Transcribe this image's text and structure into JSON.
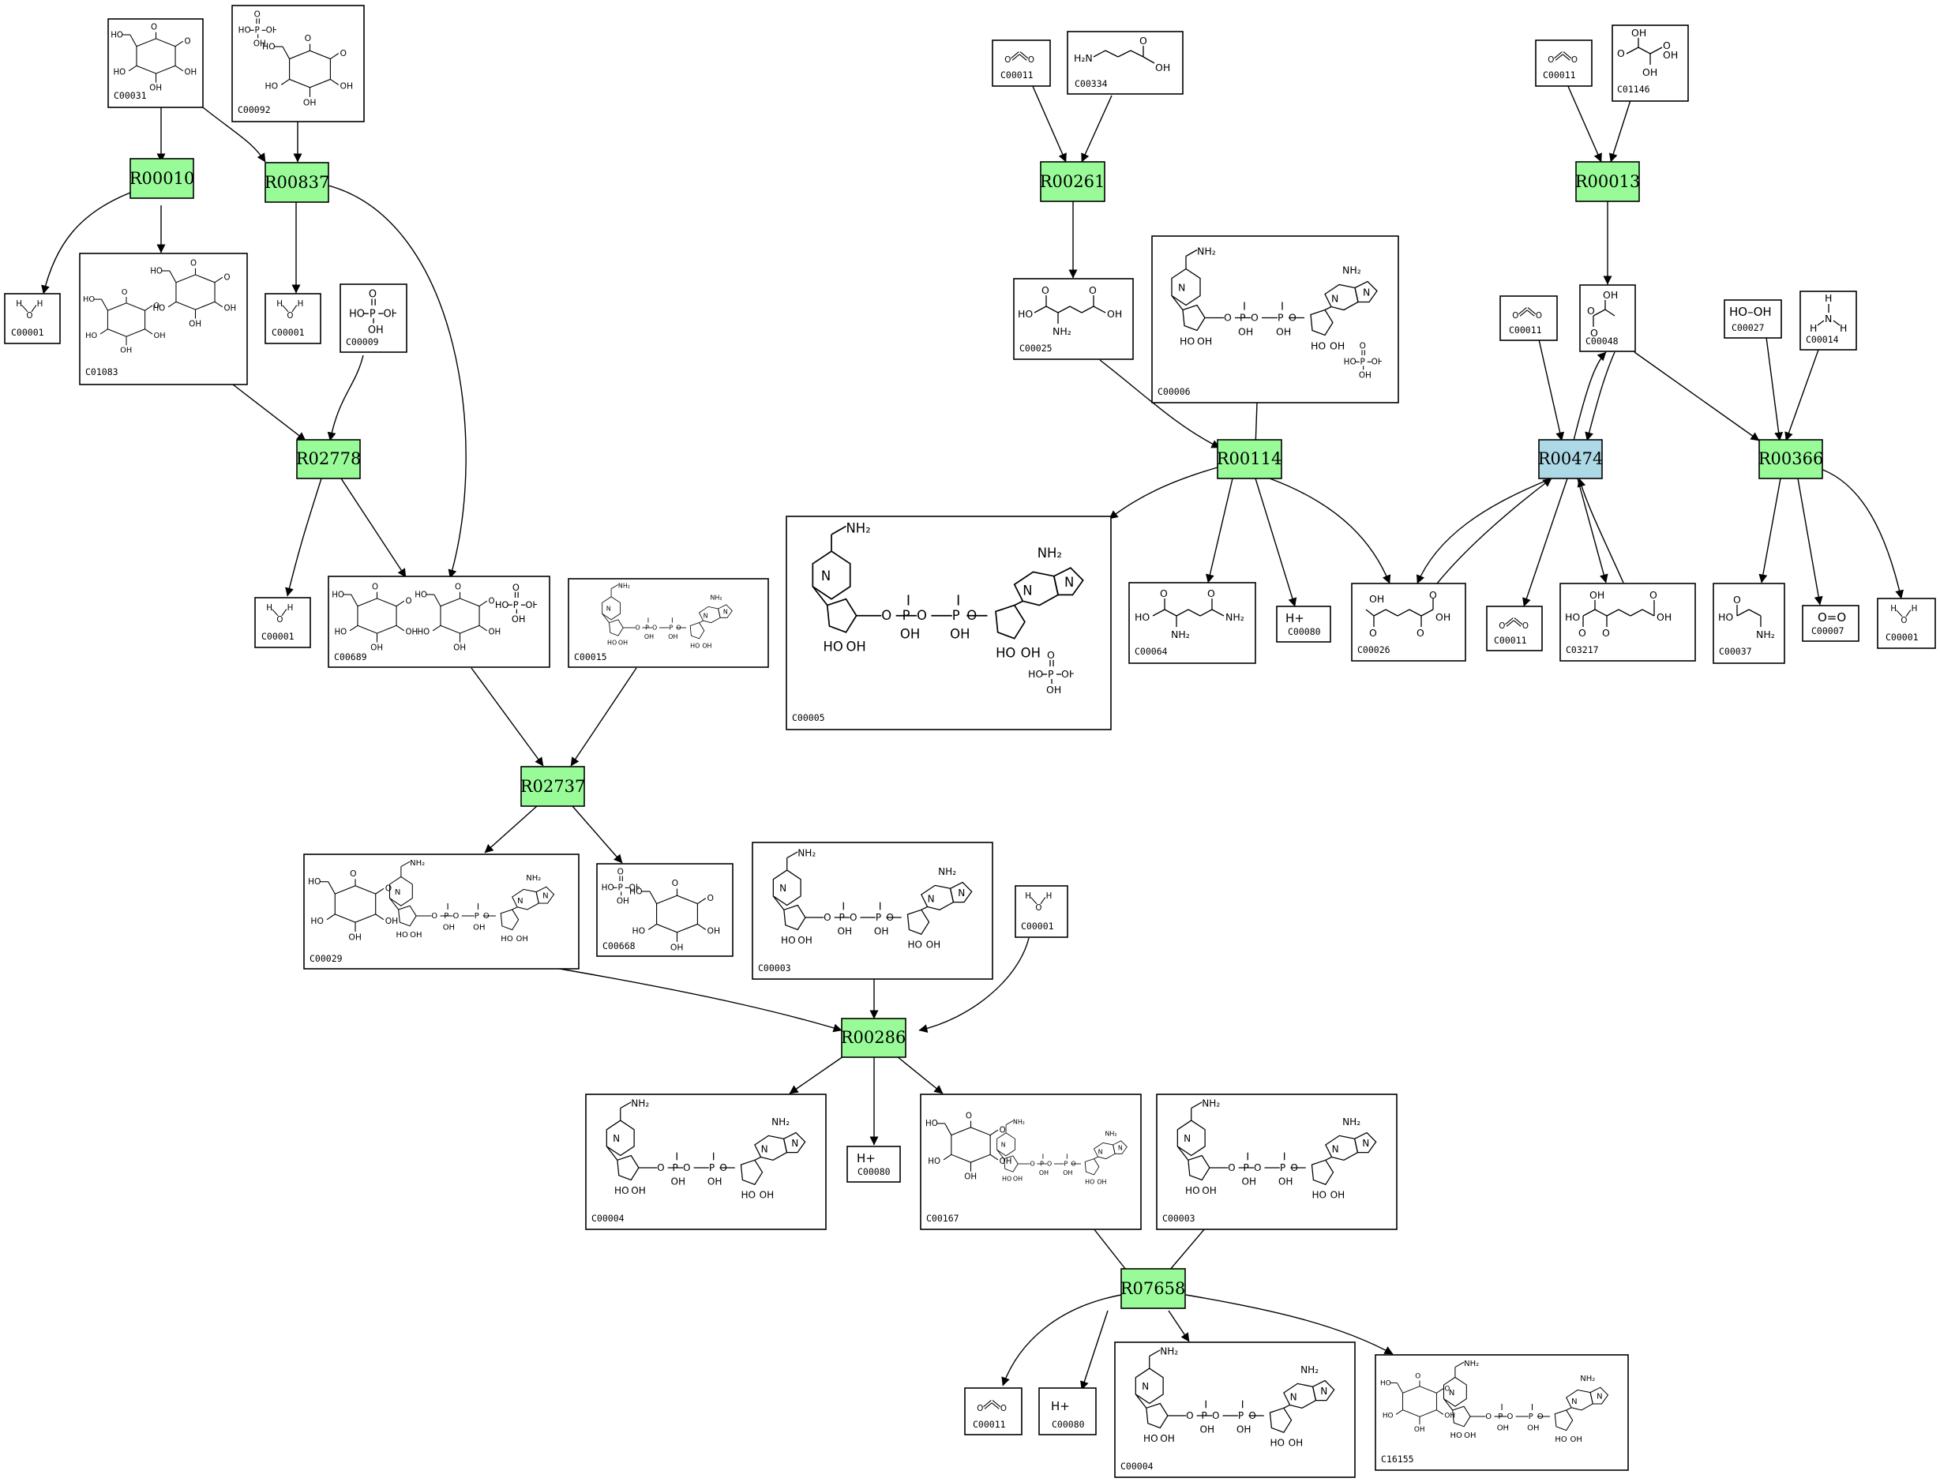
{
  "colors": {
    "reaction_fill": "#98fb98",
    "reaction_highlight_fill": "#add8e6",
    "stroke": "#000000",
    "background": "#ffffff"
  },
  "reactions": [
    {
      "id": "r00010",
      "label": "R00010",
      "highlight": false
    },
    {
      "id": "r00837",
      "label": "R00837",
      "highlight": false
    },
    {
      "id": "r02778",
      "label": "R02778",
      "highlight": false
    },
    {
      "id": "r02737",
      "label": "R02737",
      "highlight": false
    },
    {
      "id": "r00286",
      "label": "R00286",
      "highlight": false
    },
    {
      "id": "r07658",
      "label": "R07658",
      "highlight": false
    },
    {
      "id": "r00261",
      "label": "R00261",
      "highlight": false
    },
    {
      "id": "r00114",
      "label": "R00114",
      "highlight": false
    },
    {
      "id": "r00013",
      "label": "R00013",
      "highlight": false
    },
    {
      "id": "r00474",
      "label": "R00474",
      "highlight": true
    },
    {
      "id": "r00366",
      "label": "R00366",
      "highlight": false
    }
  ],
  "compounds": [
    {
      "id": "c00031_a",
      "label": "C00031",
      "structure": "glucose"
    },
    {
      "id": "c00092",
      "label": "C00092",
      "structure": "glucose-6-phosphate"
    },
    {
      "id": "c00001_a",
      "label": "C00001",
      "structure": "water"
    },
    {
      "id": "c01083",
      "label": "C01083",
      "structure": "trehalose"
    },
    {
      "id": "c00001_b",
      "label": "C00001",
      "structure": "water"
    },
    {
      "id": "c00009",
      "label": "C00009",
      "structure": "phosphate"
    },
    {
      "id": "c00001_c",
      "label": "C00001",
      "structure": "water"
    },
    {
      "id": "c00689",
      "label": "C00689",
      "structure": "trehalose-6-phosphate"
    },
    {
      "id": "c00015",
      "label": "C00015",
      "structure": "UDP"
    },
    {
      "id": "c00029",
      "label": "C00029",
      "structure": "UDP-glucose"
    },
    {
      "id": "c00668",
      "label": "C00668",
      "structure": "glucose-6-phosphate"
    },
    {
      "id": "c00003_a",
      "label": "C00003",
      "structure": "NAD+"
    },
    {
      "id": "c00001_d",
      "label": "C00001",
      "structure": "water"
    },
    {
      "id": "c00004_a",
      "label": "C00004",
      "structure": "NADH"
    },
    {
      "id": "c00080_a",
      "label": "C00080",
      "structure": "proton",
      "text": "H+"
    },
    {
      "id": "c00167",
      "label": "C00167",
      "structure": "UDP-glucuronate"
    },
    {
      "id": "c00003_b",
      "label": "C00003",
      "structure": "NAD+"
    },
    {
      "id": "c00011_a",
      "label": "C00011",
      "structure": "CO2"
    },
    {
      "id": "c00080_b",
      "label": "C00080",
      "structure": "proton",
      "text": "H+"
    },
    {
      "id": "c00004_b",
      "label": "C00004",
      "structure": "NADH"
    },
    {
      "id": "c16155",
      "label": "C16155",
      "structure": "UDP-pentosulose"
    },
    {
      "id": "c00011_b",
      "label": "C00011",
      "structure": "CO2"
    },
    {
      "id": "c00334",
      "label": "C00334",
      "structure": "GABA"
    },
    {
      "id": "c00025",
      "label": "C00025",
      "structure": "glutamate"
    },
    {
      "id": "c00006",
      "label": "C00006",
      "structure": "NADP+"
    },
    {
      "id": "c00005",
      "label": "C00005",
      "structure": "NADPH"
    },
    {
      "id": "c00064",
      "label": "C00064",
      "structure": "glutamine"
    },
    {
      "id": "c00080_c",
      "label": "C00080",
      "structure": "proton",
      "text": "H+"
    },
    {
      "id": "c00026",
      "label": "C00026",
      "structure": "2-oxoglutarate"
    },
    {
      "id": "c00011_c",
      "label": "C00011",
      "structure": "CO2"
    },
    {
      "id": "c01146",
      "label": "C01146",
      "structure": "tartronate semialdehyde"
    },
    {
      "id": "c00011_d",
      "label": "C00011",
      "structure": "CO2"
    },
    {
      "id": "c00048",
      "label": "C00048",
      "structure": "glyoxylate"
    },
    {
      "id": "c00027",
      "label": "C00027",
      "structure": "H2O2",
      "text": "HO–OH"
    },
    {
      "id": "c00014",
      "label": "C00014",
      "structure": "ammonia"
    },
    {
      "id": "c00011_e",
      "label": "C00011",
      "structure": "CO2"
    },
    {
      "id": "c03217",
      "label": "C03217",
      "structure": "hydroxyoxoglutarate"
    },
    {
      "id": "c00037",
      "label": "C00037",
      "structure": "glycine"
    },
    {
      "id": "c00007",
      "label": "C00007",
      "structure": "oxygen",
      "text": "O=O"
    },
    {
      "id": "c00001_e",
      "label": "C00001",
      "structure": "water"
    }
  ]
}
